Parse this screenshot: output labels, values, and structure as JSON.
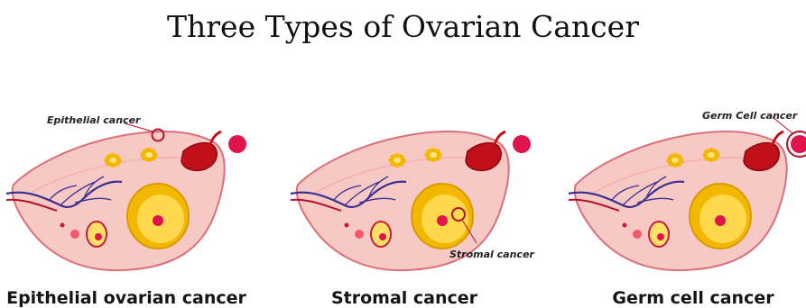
{
  "title": "Three Types of Ovarian Cancer",
  "panels": [
    {
      "callout": "Epithelial cancer",
      "caption": "Epithelial ovarian cancer"
    },
    {
      "callout": "Stromal cancer",
      "caption": "Stromal cancer"
    },
    {
      "callout": "Germ Cell cancer",
      "caption": "Germ cell cancer"
    }
  ],
  "colors": {
    "ovary_fill": "#f7c9c4",
    "ovary_stroke": "#d9707a",
    "vessel": "#3a2e8f",
    "follicle": "#f2b800",
    "highlight_ring": "#b3102a",
    "egg": "#e0144b",
    "tube": "#c2101a"
  }
}
